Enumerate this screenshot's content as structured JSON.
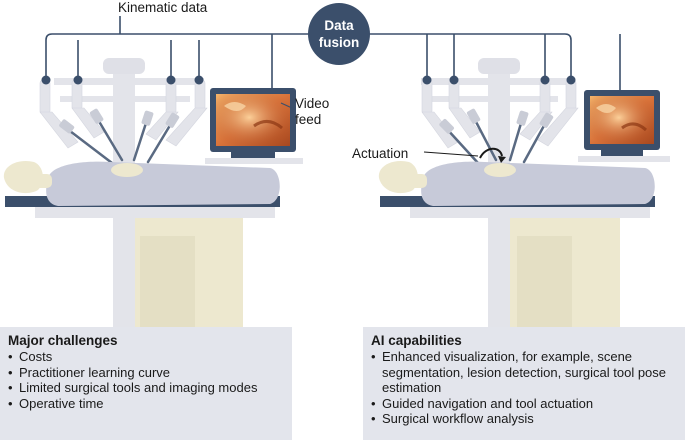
{
  "labels": {
    "kinematic": "Kinematic data",
    "fusion_line1": "Data",
    "fusion_line2": "fusion",
    "video_line1": "Video",
    "video_line2": "feed",
    "actuation": "Actuation"
  },
  "left_panel": {
    "title": "Major challenges",
    "items": [
      "Costs",
      "Practitioner learning curve",
      "Limited surgical tools and imaging modes",
      "Operative time"
    ]
  },
  "right_panel": {
    "title": "AI capabilities",
    "items": [
      "Enhanced visualization, for example, scene segmentation, lesion detection, surgical tool pose estimation",
      "Guided navigation and tool actuation",
      "Surgical workflow analysis"
    ]
  },
  "colors": {
    "line": "#3b4f6b",
    "fusion": "#3b4f6b",
    "body": "#c7cad9",
    "pedestal": "#ede8cf",
    "robot": "#e3e4ea",
    "monitor": "#3b4f6b",
    "panel": "#e3e5ec"
  }
}
